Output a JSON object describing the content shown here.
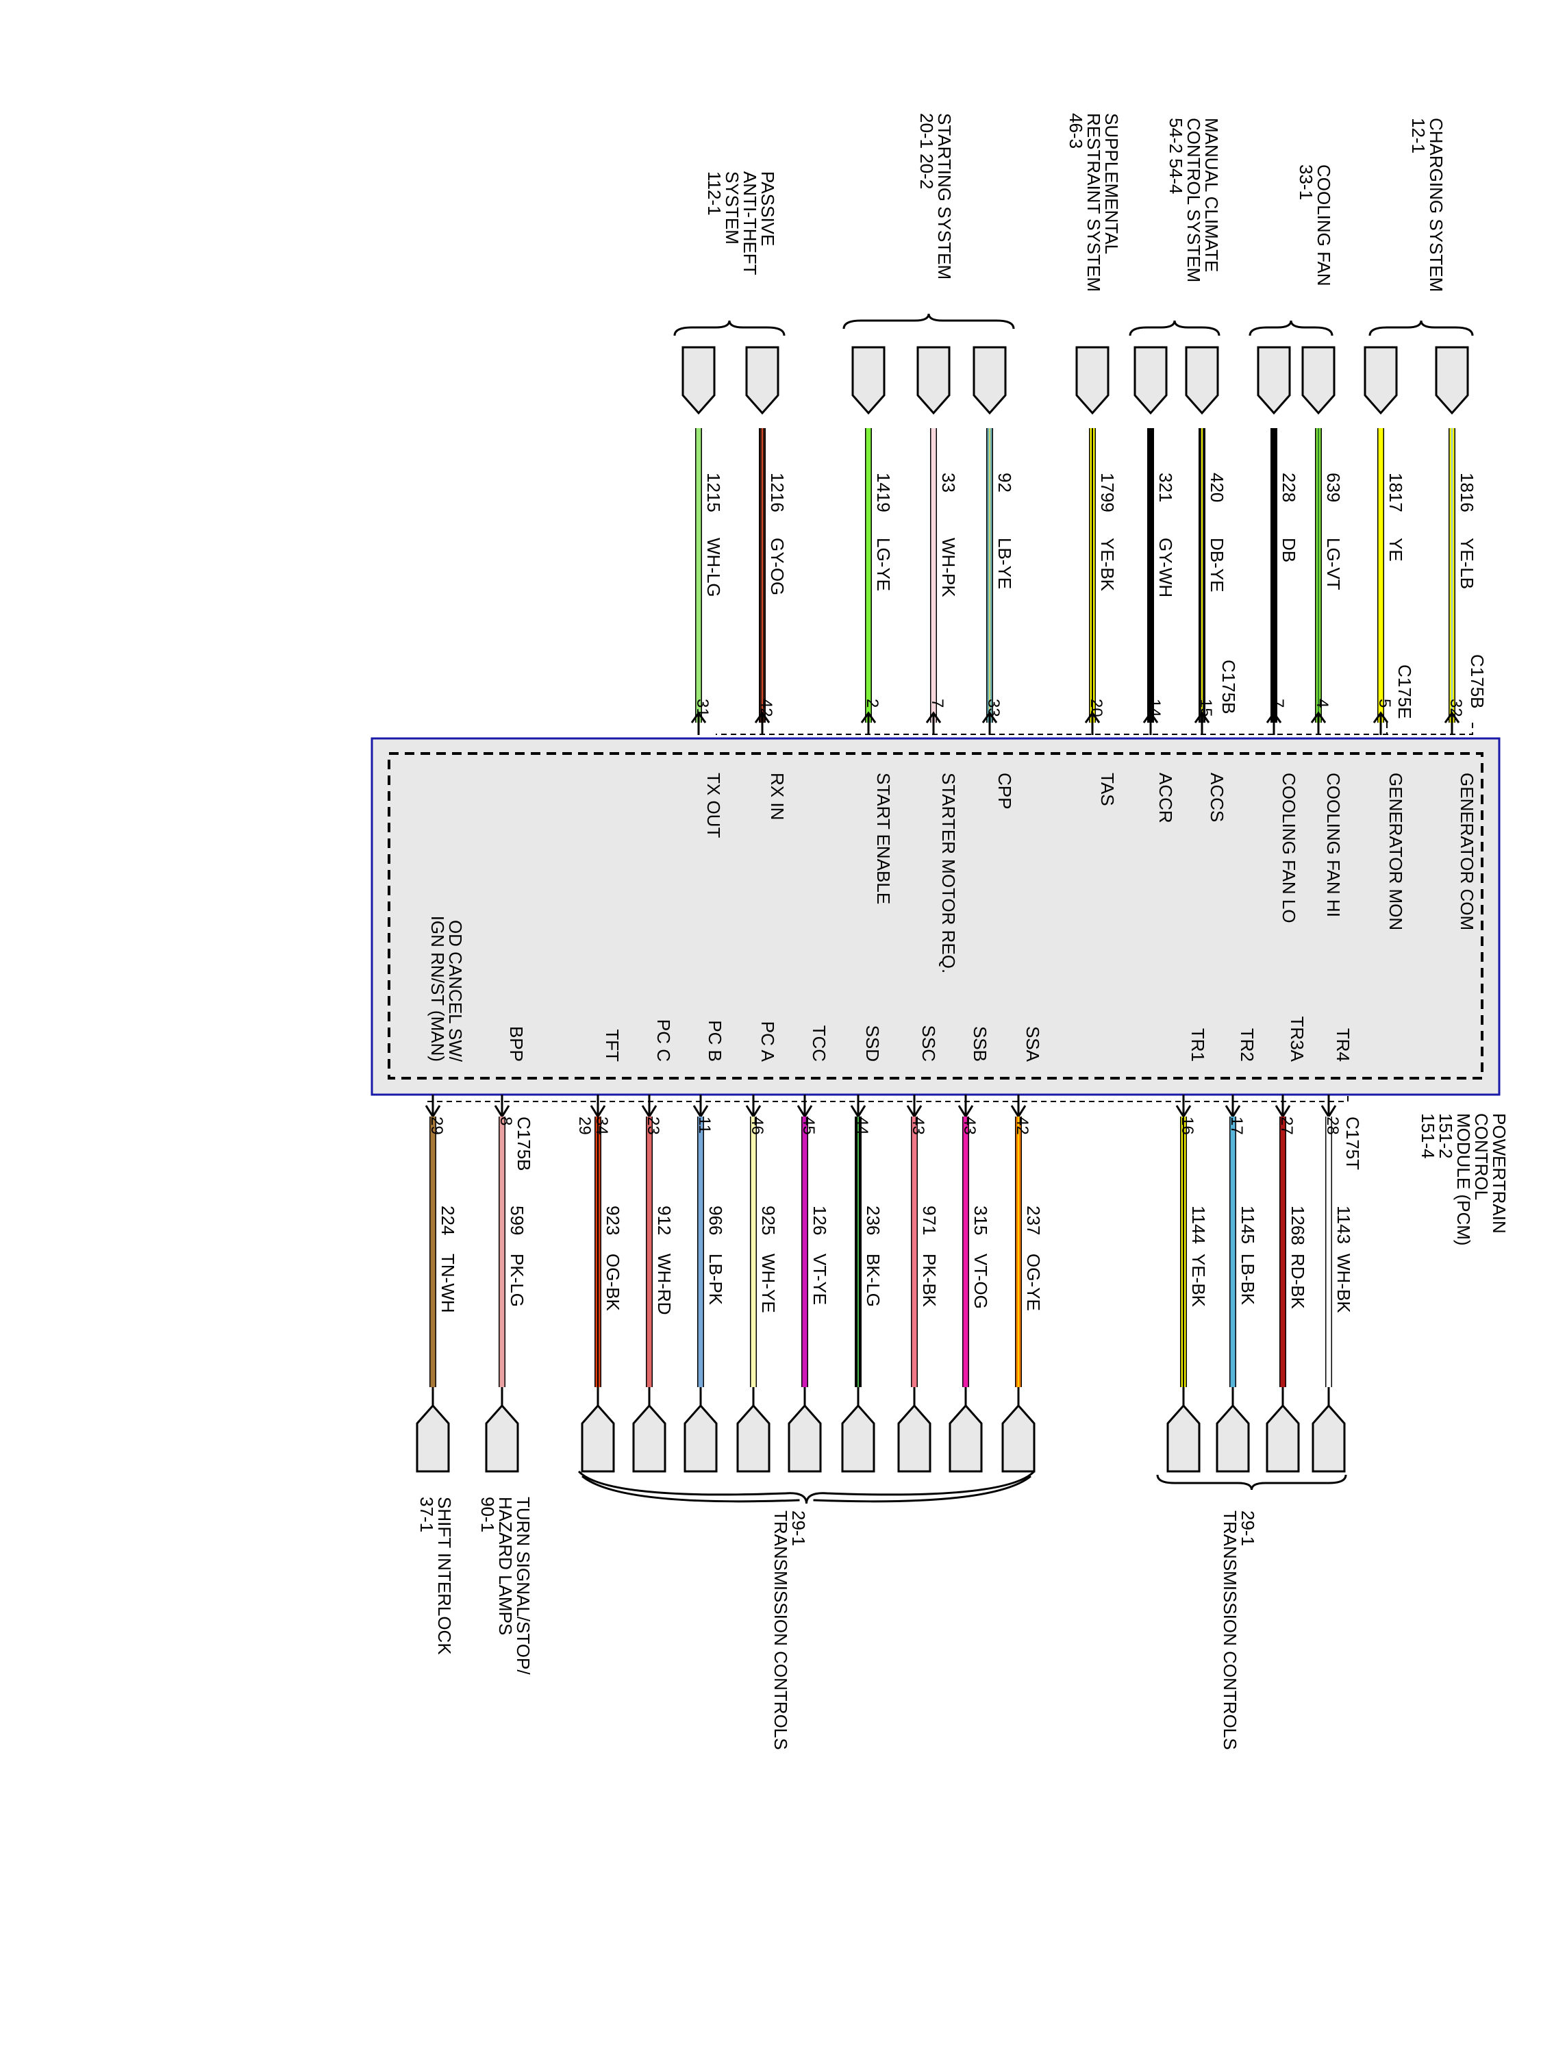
{
  "module": {
    "name": [
      "POWERTRAIN",
      "CONTROL",
      "MODULE (PCM)",
      "151-2",
      "151-4"
    ],
    "border_color": "#1a1aa8"
  },
  "connector_labels": {
    "top_c175b_a": "C175B",
    "top_c175e": "C175E",
    "top_c175b_b": "C175B",
    "bottom_c175t": "C175T",
    "bottom_c175b": "C175B"
  },
  "top_wires": [
    {
      "circuit": "1816",
      "color_code": "YE-LB",
      "pin": "32",
      "signal": "GENERATOR COM",
      "colors": [
        "#f5f500",
        "#8fc8e8"
      ]
    },
    {
      "circuit": "1817",
      "color_code": "YE",
      "pin": "5",
      "signal": "GENERATOR MON",
      "colors": [
        "#ffff00"
      ]
    },
    {
      "circuit": "639",
      "color_code": "LG-VT",
      "pin": "4",
      "signal": "COOLING FAN HI",
      "colors": [
        "#7ddf3a",
        "#2f7f2f"
      ]
    },
    {
      "circuit": "228",
      "color_code": "DB",
      "pin": "7",
      "signal": "COOLING FAN LO",
      "colors": [
        "#000000"
      ]
    },
    {
      "circuit": "420",
      "color_code": "DB-YE",
      "pin": "15",
      "signal": "ACCS",
      "colors": [
        "#1a1a1a",
        "#f5f500"
      ]
    },
    {
      "circuit": "321",
      "color_code": "GY-WH",
      "pin": "14",
      "signal": "ACCR",
      "colors": [
        "#000000"
      ]
    },
    {
      "circuit": "1799",
      "color_code": "YE-BK",
      "pin": "20",
      "signal": "TAS",
      "colors": [
        "#f5f500",
        "#000000"
      ]
    },
    {
      "circuit": "92",
      "color_code": "LB-YE",
      "pin": "33",
      "signal": "CPP",
      "colors": [
        "#6fb3b8",
        "#c8d870"
      ]
    },
    {
      "circuit": "33",
      "color_code": "WH-PK",
      "pin": "7",
      "signal": "STARTER MOTOR REQ.",
      "colors": [
        "#f8d8dc"
      ]
    },
    {
      "circuit": "1419",
      "color_code": "LG-YE",
      "pin": "2",
      "signal": "START ENABLE",
      "colors": [
        "#7ef23a"
      ]
    },
    {
      "circuit": "1216",
      "color_code": "GY-OG",
      "pin": "42",
      "signal": "RX IN",
      "colors": [
        "#3a1a10",
        "#d04a2a"
      ]
    },
    {
      "circuit": "1215",
      "color_code": "WH-LG",
      "pin": "31",
      "signal": "TX OUT",
      "colors": [
        "#9ee87a"
      ]
    }
  ],
  "top_systems": [
    {
      "lines": [
        "CHARGING SYSTEM",
        "12-1"
      ]
    },
    {
      "lines": [
        "COOLING FAN",
        "33-1"
      ]
    },
    {
      "lines": [
        "MANUAL CLIMATE",
        "CONTROL SYSTEM",
        "54-2        54-4"
      ]
    },
    {
      "lines": [
        "SUPPLEMENTAL",
        "RESTRAINT SYSTEM",
        "46-3"
      ]
    },
    {
      "lines": [
        "STARTING SYSTEM",
        "20-1     20-2"
      ]
    },
    {
      "lines": [
        "PASSIVE",
        "ANTI-THEFT",
        "SYSTEM",
        "112-1"
      ]
    }
  ],
  "bottom_wires": [
    {
      "circuit": "1143",
      "color_code": "WH-BK",
      "pin": "28",
      "signal": "TR4",
      "colors": [
        "#ffffff"
      ]
    },
    {
      "circuit": "1268",
      "color_code": "RD-BK",
      "pin": "27",
      "signal": "TR3A",
      "colors": [
        "#b01818"
      ]
    },
    {
      "circuit": "1145",
      "color_code": "LB-BK",
      "pin": "17",
      "signal": "TR2",
      "colors": [
        "#58b4d8"
      ]
    },
    {
      "circuit": "1144",
      "color_code": "YE-BK",
      "pin": "16",
      "signal": "TR1",
      "colors": [
        "#e8e800",
        "#000000"
      ]
    },
    {
      "circuit": "237",
      "color_code": "OG-YE",
      "pin": "42",
      "signal": "SSA",
      "colors": [
        "#ff8000",
        "#ffd000"
      ]
    },
    {
      "circuit": "315",
      "color_code": "VT-OG",
      "pin": "43",
      "signal": "SSB",
      "colors": [
        "#ee1aa8"
      ]
    },
    {
      "circuit": "971",
      "color_code": "PK-BK",
      "pin": "43",
      "signal": "SSC",
      "colors": [
        "#f07888"
      ]
    },
    {
      "circuit": "236",
      "color_code": "BK-LG",
      "pin": "44",
      "signal": "SSD",
      "colors": [
        "#000000",
        "#4ab84a"
      ]
    },
    {
      "circuit": "126",
      "color_code": "VT-YE",
      "pin": "45",
      "signal": "TCC",
      "colors": [
        "#d018b8"
      ]
    },
    {
      "circuit": "925",
      "color_code": "WH-YE",
      "pin": "46",
      "signal": "PC A",
      "colors": [
        "#f8f8b0"
      ]
    },
    {
      "circuit": "966",
      "color_code": "LB-PK",
      "pin": "11",
      "signal": "PC B",
      "colors": [
        "#78a8d8"
      ]
    },
    {
      "circuit": "912",
      "color_code": "WH-RD",
      "pin": "23",
      "signal": "PC C",
      "colors": [
        "#e06868"
      ]
    },
    {
      "circuit": "923",
      "color_code": "OG-BK",
      "pin": "34",
      "signal": "TFT",
      "colors": [
        "#e04010",
        "#000000"
      ]
    },
    {
      "circuit": "599",
      "color_code": "PK-LG",
      "pin": "8",
      "signal": "BPP",
      "colors": [
        "#e8a0a0"
      ]
    },
    {
      "circuit": "224",
      "color_code": "TN-WH",
      "pin": "29",
      "signal": "OD CANCEL SW/ IGN RN/ST (MAN)",
      "colors": [
        "#a87838"
      ]
    }
  ],
  "bottom_systems": [
    {
      "lines": [
        "TRANSMISSION CONTROLS",
        "29-1"
      ]
    },
    {
      "lines": [
        "TRANSMISSION CONTROLS",
        "29-1"
      ]
    },
    {
      "lines": [
        "TURN SIGNAL/STOP/",
        "HAZARD LAMPS",
        "90-1"
      ]
    },
    {
      "lines": [
        "SHIFT INTERLOCK",
        "37-1"
      ]
    }
  ],
  "bottom_extra_pin": "29",
  "signal_multiline": {
    "od_cancel": [
      "OD CANCEL SW/",
      "IGN RN/ST (MAN)"
    ]
  }
}
